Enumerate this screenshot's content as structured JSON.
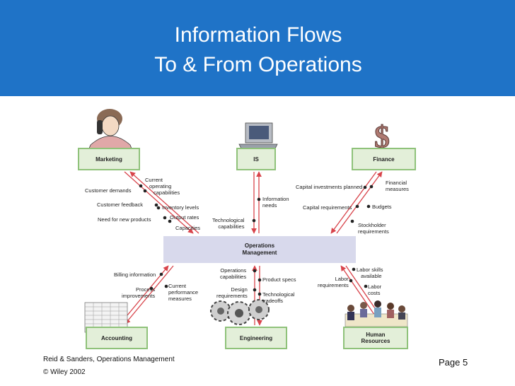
{
  "title": {
    "line1": "Information Flows",
    "line2": "To & From Operations"
  },
  "boxes": {
    "marketing": "Marketing",
    "is": "IS",
    "finance": "Finance",
    "operations": [
      "Operations",
      "Management"
    ],
    "accounting": "Accounting",
    "engineering": "Engineering",
    "hr": [
      "Human",
      "Resources"
    ]
  },
  "labels": {
    "current_capabilities": [
      "Current",
      "operating",
      "capabilities"
    ],
    "customer_demands": "Customer demands",
    "customer_feedback": "Customer feedback",
    "inventory_levels": "Inventory levels",
    "need_new_products": "Need for new products",
    "output_rates": "Output rates",
    "capacities": "Capacities",
    "information_needs": [
      "Information",
      "needs"
    ],
    "tech_capabilities": [
      "Technological",
      "capabilities"
    ],
    "capital_investments": "Capital investments planned",
    "financial_measures": [
      "Financial",
      "measures"
    ],
    "capital_requirements": "Capital requirements",
    "budgets": "Budgets",
    "stockholder_requirements": [
      "Stockholder",
      "requirements"
    ],
    "billing_information": "Billing information",
    "process_improvements": [
      "Process",
      "improvements"
    ],
    "current_performance": [
      "Current",
      "performance",
      "measures"
    ],
    "operations_capabilities": [
      "Operations",
      "capabilities"
    ],
    "product_specs": "Product specs",
    "design_requirements": [
      "Design",
      "requirements"
    ],
    "tech_tradeoffs": [
      "Technological",
      "tradeoffs"
    ],
    "labor_skills": [
      "Labor skills",
      "available"
    ],
    "labor_requirements": [
      "Labor",
      "requirements"
    ],
    "labor_costs": [
      "Labor",
      "costs"
    ]
  },
  "footer": {
    "citation": "Reid & Sanders, Operations Management",
    "copyright": "© Wiley 2002",
    "page": "Page 5"
  },
  "colors": {
    "header": "#1f73c7",
    "box_fill": "#e3efd9",
    "box_border": "#8fc27a",
    "arrow": "#d8444b",
    "center_fill": "#d8d9ec"
  },
  "icons": [
    "businesswoman-phone-icon",
    "computer-icon",
    "dollar-sign-icon",
    "spreadsheet-icon",
    "gears-icon",
    "meeting-people-icon"
  ]
}
